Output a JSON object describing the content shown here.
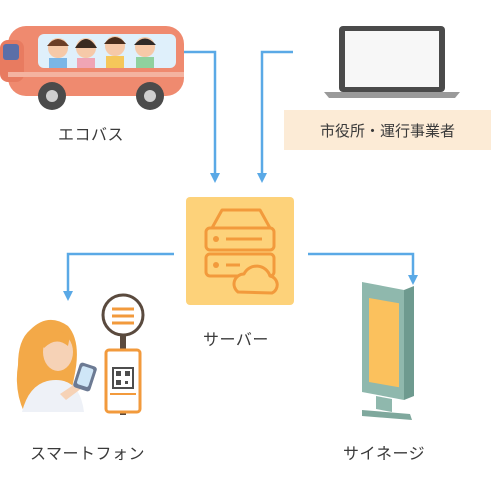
{
  "labels": {
    "bus": "エコバス",
    "city_office": "市役所・運行事業者",
    "server": "サーバー",
    "smartphone": "スマートフォン",
    "signage": "サイネージ"
  },
  "colors": {
    "arrow": "#5aa9e6",
    "bus_body": "#ef8a6f",
    "server_bg": "#fdd27a",
    "server_icon": "#f29a3c",
    "box_bg": "#fcebd6"
  },
  "icons": [
    "bus-icon",
    "laptop-icon",
    "server-icon",
    "person-with-phone-icon",
    "bus-stop-sign-icon",
    "signage-icon"
  ]
}
